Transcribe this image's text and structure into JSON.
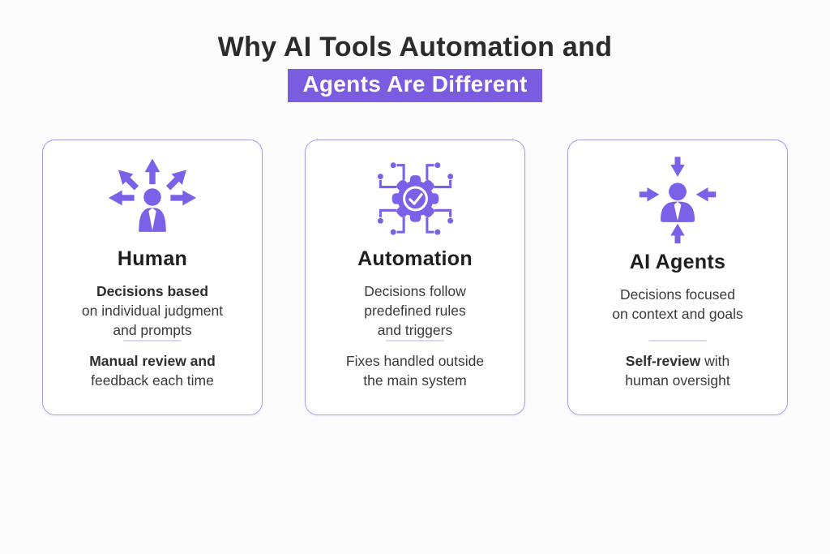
{
  "title": {
    "line1": "Why AI Tools Automation and",
    "line2": "Agents Are Different"
  },
  "colors": {
    "accent_purple": "#7a5ce1",
    "icon_purple": "#7b61e8",
    "card_border": "#ab9fe8",
    "divider": "#dbd8f1",
    "title_text": "#2b2b2b",
    "body_text": "#3a3a3a",
    "highlight_text": "#ffffff",
    "card_bg": "#ffffff",
    "page_bg": "#fcfcfc"
  },
  "cards": [
    {
      "title": "Human",
      "icon": "human-arrows-out-icon",
      "points": [
        {
          "lines": [
            {
              "b": "Decisions based",
              "r": ""
            },
            {
              "b": "",
              "r": "on individual judgment"
            },
            {
              "b": "",
              "r": "and prompts"
            }
          ]
        },
        {
          "lines": [
            {
              "b": "Manual review and",
              "r": ""
            },
            {
              "b": "",
              "r": "feedback each time"
            }
          ]
        }
      ]
    },
    {
      "title": "Automation",
      "icon": "automation-gear-circuit-icon",
      "points": [
        {
          "lines": [
            {
              "b": "",
              "r": "Decisions follow"
            },
            {
              "b": "",
              "r": "predefined rules"
            },
            {
              "b": "",
              "r": "and triggers"
            }
          ]
        },
        {
          "lines": [
            {
              "b": "",
              "r": "Fixes handled outside"
            },
            {
              "b": "",
              "r": "the main system"
            }
          ]
        }
      ]
    },
    {
      "title": "AI Agents",
      "icon": "ai-agent-arrows-in-icon",
      "points": [
        {
          "lines": [
            {
              "b": "",
              "r": "Decisions focused"
            },
            {
              "b": "",
              "r": "on context and goals"
            }
          ]
        },
        {
          "lines": [
            {
              "b": "Self-review",
              "r": " with"
            },
            {
              "b": "",
              "r": "human oversight"
            }
          ]
        }
      ]
    }
  ]
}
